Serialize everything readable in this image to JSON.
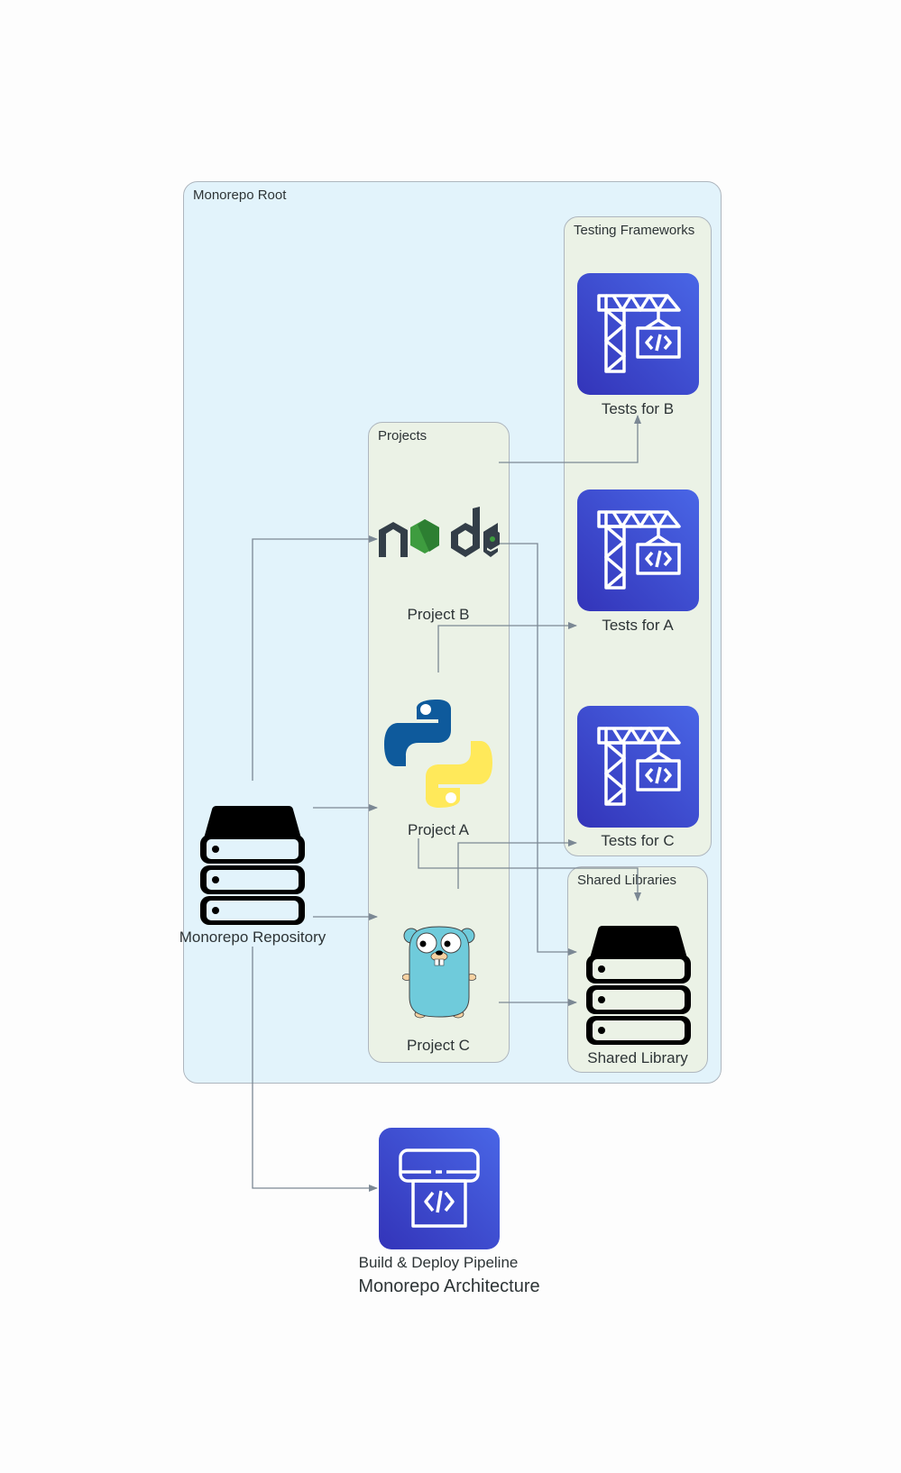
{
  "title": "Monorepo Architecture",
  "clusters": {
    "root": "Monorepo Root",
    "projects": "Projects",
    "testing": "Testing Frameworks",
    "shared": "Shared Libraries"
  },
  "nodes": {
    "repository": {
      "label": "Monorepo Repository",
      "icon": "server-stack-icon"
    },
    "project_b": {
      "label": "Project B",
      "icon": "nodejs-logo-icon"
    },
    "project_a": {
      "label": "Project A",
      "icon": "python-logo-icon"
    },
    "project_c": {
      "label": "Project C",
      "icon": "go-gopher-icon"
    },
    "tests_b": {
      "label": "Tests for B",
      "icon": "crane-code-icon"
    },
    "tests_a": {
      "label": "Tests for A",
      "icon": "crane-code-icon"
    },
    "tests_c": {
      "label": "Tests for C",
      "icon": "crane-code-icon"
    },
    "shared_library": {
      "label": "Shared Library",
      "icon": "server-stack-icon"
    },
    "pipeline": {
      "label": "Build & Deploy Pipeline",
      "icon": "code-pipeline-icon"
    }
  },
  "edges": [
    {
      "from": "Monorepo Repository",
      "to": "Project B"
    },
    {
      "from": "Monorepo Repository",
      "to": "Project A"
    },
    {
      "from": "Monorepo Repository",
      "to": "Project C"
    },
    {
      "from": "Monorepo Repository",
      "to": "Build & Deploy Pipeline"
    },
    {
      "from": "Project B",
      "to": "Tests for B"
    },
    {
      "from": "Project B",
      "to": "Shared Library"
    },
    {
      "from": "Project A",
      "to": "Tests for A"
    },
    {
      "from": "Project A",
      "to": "Shared Library"
    },
    {
      "from": "Project C",
      "to": "Tests for C"
    },
    {
      "from": "Project C",
      "to": "Shared Library"
    }
  ],
  "colors": {
    "root_bg": "#e2f3fb",
    "cluster_bg": "#ebf2e6",
    "cluster_border": "#aeb6be",
    "edge": "#7b8894",
    "tile_gradient_start": "#3334b9",
    "tile_gradient_end": "#4966e6"
  }
}
